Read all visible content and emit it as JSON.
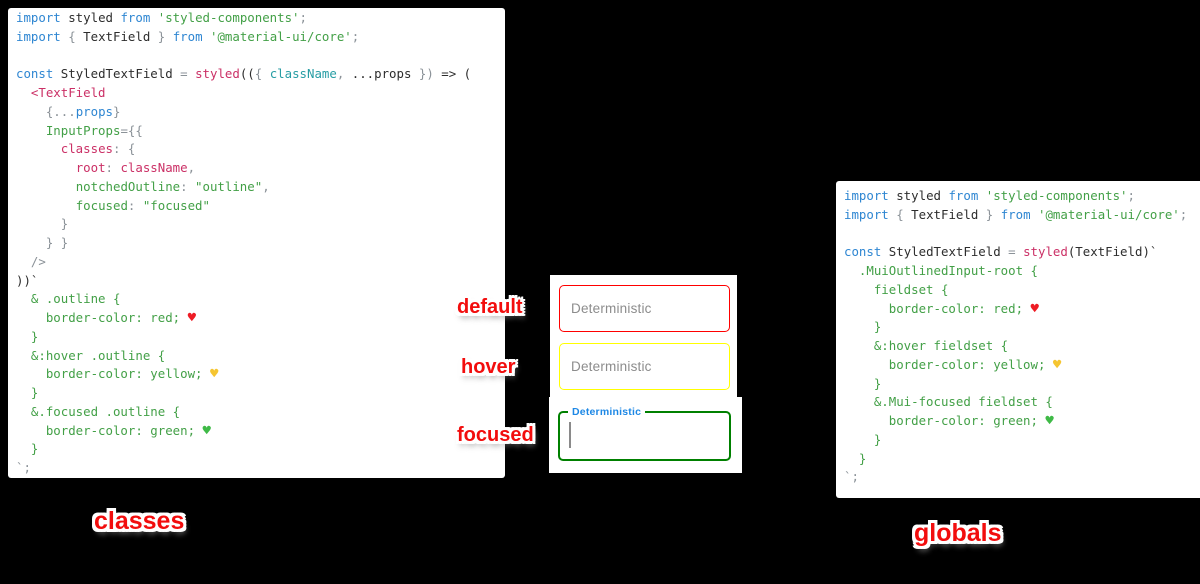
{
  "background": "#000000",
  "syntax_colors": {
    "kw": "#2e86d2",
    "plain": "#2d2d2d",
    "str": "#43a047",
    "css": "#43a047",
    "pink": "#cb3066",
    "teal": "#279da4",
    "punct": "#8b9298",
    "heart_red": "#ee1c25",
    "heart_yellow": "#f5c531",
    "heart_green": "#3fba47"
  },
  "icons": {
    "heart_red": "♥",
    "heart_yellow": "♥",
    "heart_green": "♥"
  },
  "code_panels": {
    "classes": {
      "lines": [
        [
          [
            "import",
            "kw"
          ],
          [
            " styled ",
            "plain"
          ],
          [
            "from",
            "kw"
          ],
          [
            " ",
            "plain"
          ],
          [
            "'styled-components'",
            "str"
          ],
          [
            ";",
            "punct"
          ]
        ],
        [
          [
            "import",
            "kw"
          ],
          [
            " ",
            "plain"
          ],
          [
            "{",
            "punct"
          ],
          [
            " TextField ",
            "plain"
          ],
          [
            "}",
            "punct"
          ],
          [
            " ",
            "plain"
          ],
          [
            "from",
            "kw"
          ],
          [
            " ",
            "plain"
          ],
          [
            "'@material-ui/core'",
            "str"
          ],
          [
            ";",
            "punct"
          ]
        ],
        [],
        [
          [
            "const",
            "kw"
          ],
          [
            " StyledTextField ",
            "plain"
          ],
          [
            "=",
            "punct"
          ],
          [
            " ",
            "plain"
          ],
          [
            "styled",
            "pink"
          ],
          [
            "((",
            "plain"
          ],
          [
            "{ ",
            "punct"
          ],
          [
            "className",
            "teal"
          ],
          [
            ", ",
            "punct"
          ],
          [
            "...props ",
            "plain"
          ],
          [
            "})",
            "punct"
          ],
          [
            " => (",
            "plain"
          ]
        ],
        [
          [
            "  ",
            "plain"
          ],
          [
            "<TextField",
            "pink"
          ]
        ],
        [
          [
            "    ",
            "plain"
          ],
          [
            "{...",
            "punct"
          ],
          [
            "props",
            "kw"
          ],
          [
            "}",
            "punct"
          ]
        ],
        [
          [
            "    ",
            "plain"
          ],
          [
            "InputProps",
            "str"
          ],
          [
            "=",
            "punct"
          ],
          [
            "{{",
            "punct"
          ]
        ],
        [
          [
            "      ",
            "plain"
          ],
          [
            "classes",
            "pink"
          ],
          [
            ": ",
            "punct"
          ],
          [
            "{",
            "punct"
          ]
        ],
        [
          [
            "        ",
            "plain"
          ],
          [
            "root",
            "pink"
          ],
          [
            ": ",
            "punct"
          ],
          [
            "className",
            "pink"
          ],
          [
            ",",
            "punct"
          ]
        ],
        [
          [
            "        ",
            "plain"
          ],
          [
            "notchedOutline",
            "str"
          ],
          [
            ": ",
            "punct"
          ],
          [
            "\"outline\"",
            "str"
          ],
          [
            ",",
            "punct"
          ]
        ],
        [
          [
            "        ",
            "plain"
          ],
          [
            "focused",
            "str"
          ],
          [
            ": ",
            "punct"
          ],
          [
            "\"focused\"",
            "str"
          ]
        ],
        [
          [
            "      ",
            "plain"
          ],
          [
            "}",
            "punct"
          ]
        ],
        [
          [
            "    ",
            "plain"
          ],
          [
            "} }",
            "punct"
          ]
        ],
        [
          [
            "  ",
            "plain"
          ],
          [
            "/>",
            "punct"
          ]
        ],
        [
          [
            "))`",
            "plain"
          ]
        ],
        [
          [
            "  & .outline {",
            "css"
          ]
        ],
        [
          [
            "    border-color: red; ",
            "css"
          ],
          [
            "♥",
            "hr"
          ]
        ],
        [
          [
            "  }",
            "css"
          ]
        ],
        [
          [
            "  &:hover .outline {",
            "css"
          ]
        ],
        [
          [
            "    border-color: yellow; ",
            "css"
          ],
          [
            "♥",
            "hy"
          ]
        ],
        [
          [
            "  }",
            "css"
          ]
        ],
        [
          [
            "  &.focused .outline {",
            "css"
          ]
        ],
        [
          [
            "    border-color: green; ",
            "css"
          ],
          [
            "♥",
            "hg"
          ]
        ],
        [
          [
            "  }",
            "css"
          ]
        ],
        [
          [
            "`;",
            "punct"
          ]
        ]
      ]
    },
    "globals": {
      "lines": [
        [
          [
            "import",
            "kw"
          ],
          [
            " styled ",
            "plain"
          ],
          [
            "from",
            "kw"
          ],
          [
            " ",
            "plain"
          ],
          [
            "'styled-components'",
            "str"
          ],
          [
            ";",
            "punct"
          ]
        ],
        [
          [
            "import",
            "kw"
          ],
          [
            " ",
            "plain"
          ],
          [
            "{",
            "punct"
          ],
          [
            " TextField ",
            "plain"
          ],
          [
            "}",
            "punct"
          ],
          [
            " ",
            "plain"
          ],
          [
            "from",
            "kw"
          ],
          [
            " ",
            "plain"
          ],
          [
            "'@material-ui/core'",
            "str"
          ],
          [
            ";",
            "punct"
          ]
        ],
        [],
        [
          [
            "const",
            "kw"
          ],
          [
            " StyledTextField ",
            "plain"
          ],
          [
            "=",
            "punct"
          ],
          [
            " ",
            "plain"
          ],
          [
            "styled",
            "pink"
          ],
          [
            "(TextField)`",
            "plain"
          ]
        ],
        [
          [
            "  .MuiOutlinedInput-root {",
            "css"
          ]
        ],
        [
          [
            "    fieldset {",
            "css"
          ]
        ],
        [
          [
            "      border-color: red; ",
            "css"
          ],
          [
            "♥",
            "hr"
          ]
        ],
        [
          [
            "    }",
            "css"
          ]
        ],
        [
          [
            "    &:hover fieldset {",
            "css"
          ]
        ],
        [
          [
            "      border-color: yellow; ",
            "css"
          ],
          [
            "♥",
            "hy"
          ]
        ],
        [
          [
            "    }",
            "css"
          ]
        ],
        [
          [
            "    &.Mui-focused fieldset {",
            "css"
          ]
        ],
        [
          [
            "      border-color: green; ",
            "css"
          ],
          [
            "♥",
            "hg"
          ]
        ],
        [
          [
            "    }",
            "css"
          ]
        ],
        [
          [
            "  }",
            "css"
          ]
        ],
        [
          [
            "`;",
            "punct"
          ]
        ]
      ]
    }
  },
  "textfields": {
    "default": {
      "placeholder": "Deterministic",
      "border_color": "#ff0000"
    },
    "hover": {
      "placeholder": "Deterministic",
      "border_color": "#ffff00"
    },
    "focused": {
      "label": "Deterministic",
      "border_color": "#008000",
      "label_color": "#1e88e5"
    }
  },
  "annotations": {
    "color": "#f20d0d",
    "default": "default",
    "hover": "hover",
    "focused": "focused",
    "classes_caption": "classes",
    "globals_caption": "globals"
  }
}
